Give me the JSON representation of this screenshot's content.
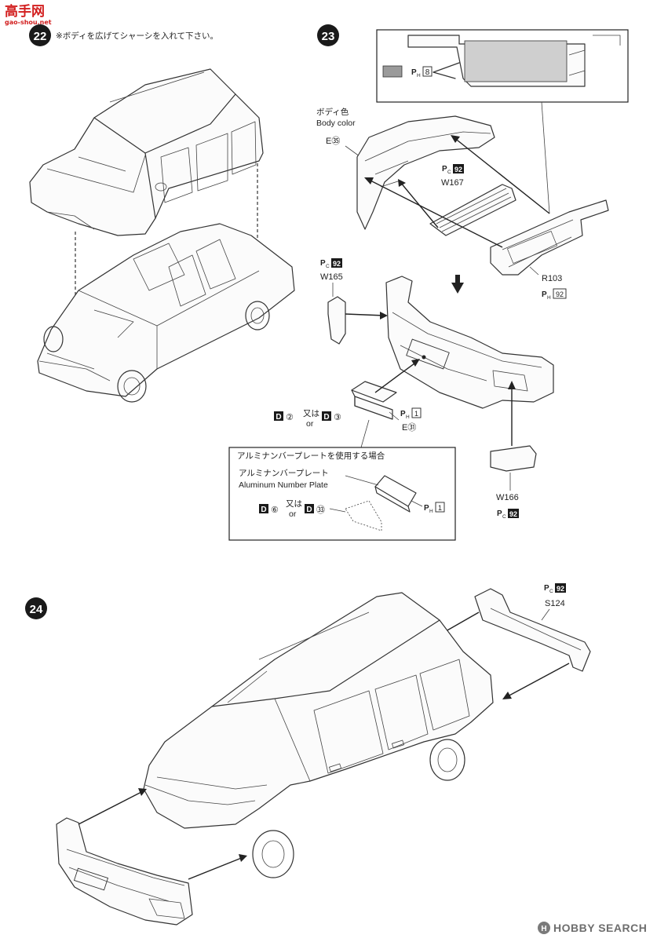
{
  "watermark_top": {
    "chars": "高手网",
    "sub": "gao-shou.net"
  },
  "watermark_bottom": {
    "brand": "HOBBY SEARCH",
    "logo_letter": "H"
  },
  "step22": {
    "number": "22",
    "note": "※ボディを広げてシャーシを入れて下さい。"
  },
  "step23": {
    "number": "23",
    "inset_label": "PH8",
    "body_color_jp": "ボディ色",
    "body_color_en": "Body color",
    "labels": {
      "e35": "E㉟",
      "pc92_a": "PC92",
      "w167": "W167",
      "r103": "R103",
      "ph92": "PH92",
      "pc92_b": "PC92",
      "w165": "W165",
      "d2": "D②",
      "or_jp": "又は",
      "or_en": "or",
      "d3": "D③",
      "ph1": "PH1",
      "e31": "E㉛",
      "w166": "W166",
      "pc92_c": "PC92"
    },
    "callout": {
      "title": "アルミナンバープレートを使用する場合",
      "name_jp": "アルミナンバープレート",
      "name_en": "Aluminum Number Plate",
      "d6": "D⑥",
      "or_jp": "又は",
      "or_en": "or",
      "d33": "D㉝",
      "ph1": "PH1"
    }
  },
  "step24": {
    "number": "24",
    "labels": {
      "pc92": "PC92",
      "s124": "S124"
    }
  }
}
